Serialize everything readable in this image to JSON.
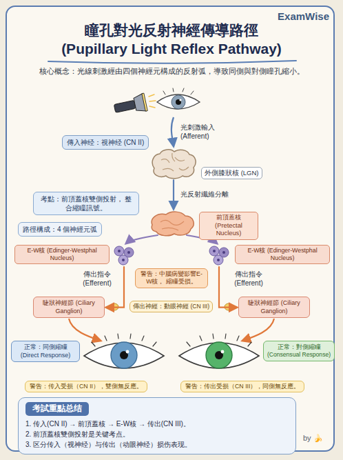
{
  "diagram": {
    "title": "瞳孔對光反射神經傳導路徑 (Pupillary Light Reflex Pathway)",
    "nodes": [
      {
        "text": [
          "傳入神经：視神经 (CN II)"
        ]
      },
      {
        "text": [
          "外側膝狀核 (LGN)"
        ]
      },
      {
        "text": [
          "考點：前頂蓋核雙側投射， 整合縮瞳訊號。"
        ]
      },
      {
        "text": [
          "前頂蓋核 (Pretectal Nucleus)"
        ]
      },
      {
        "text": [
          "路徑構成：4 個神經元弧"
        ]
      },
      {
        "text": [
          "E-W核 (Edinger-Westphal Nucleus)"
        ]
      },
      {
        "text": [
          "E-W核 (Edinger-Westphal Nucleus)"
        ]
      },
      {
        "text": [
          "警告：中腦病變影響E-W核， 縮瞳受損。"
        ]
      },
      {
        "text": [
          "睫狀神經節 (Ciliary Ganglion)"
        ]
      },
      {
        "text": [
          "傳出神經：動眼神經 (CN III)"
        ]
      },
      {
        "text": [
          "睫狀神經節 (Ciliary Ganglion)"
        ]
      },
      {
        "text": [
          "正常：同側縮瞳 (Direct Response)"
        ]
      },
      {
        "text": [
          "正常：對側縮瞳 (Consensual Response)"
        ]
      },
      {
        "text": [
          "警告：传入受损（CN II），雙側無反應。"
        ]
      },
      {
        "text": [
          "警告：传出受损（CN III），同側無反應。"
        ]
      },
      {
        "text": [
          "考試重點总结",
          "1. 传入(CN II) → 前頂蓋核 → E-W核 → 传出(CN III)。",
          "2. 前頂蓋核雙側投射是关键考点。",
          "3. 区分传入（视神经）与传出（动眼神经）损伤表现。"
        ]
      }
    ],
    "edges": [
      {
        "from": 1,
        "to": 3,
        "arrow": "to",
        "label": "光反射纖維分離"
      },
      {
        "from": 3,
        "to": 5,
        "arrow": "to"
      },
      {
        "from": 3,
        "to": 6,
        "arrow": "to"
      },
      {
        "from": 5,
        "to": 8,
        "arrow": "to",
        "label": "傳出指令 (Efferent)"
      },
      {
        "from": 6,
        "to": 10,
        "arrow": "to",
        "label": "傳出指令 (Efferent)"
      }
    ],
    "labels": [
      "ExamWise",
      "核心概念：光線刺激經由四個神經元構成的反射弧，導致同側與對側瞳孔縮小。",
      "光刺激輸入 (Afferent)",
      "by 🍌"
    ]
  }
}
